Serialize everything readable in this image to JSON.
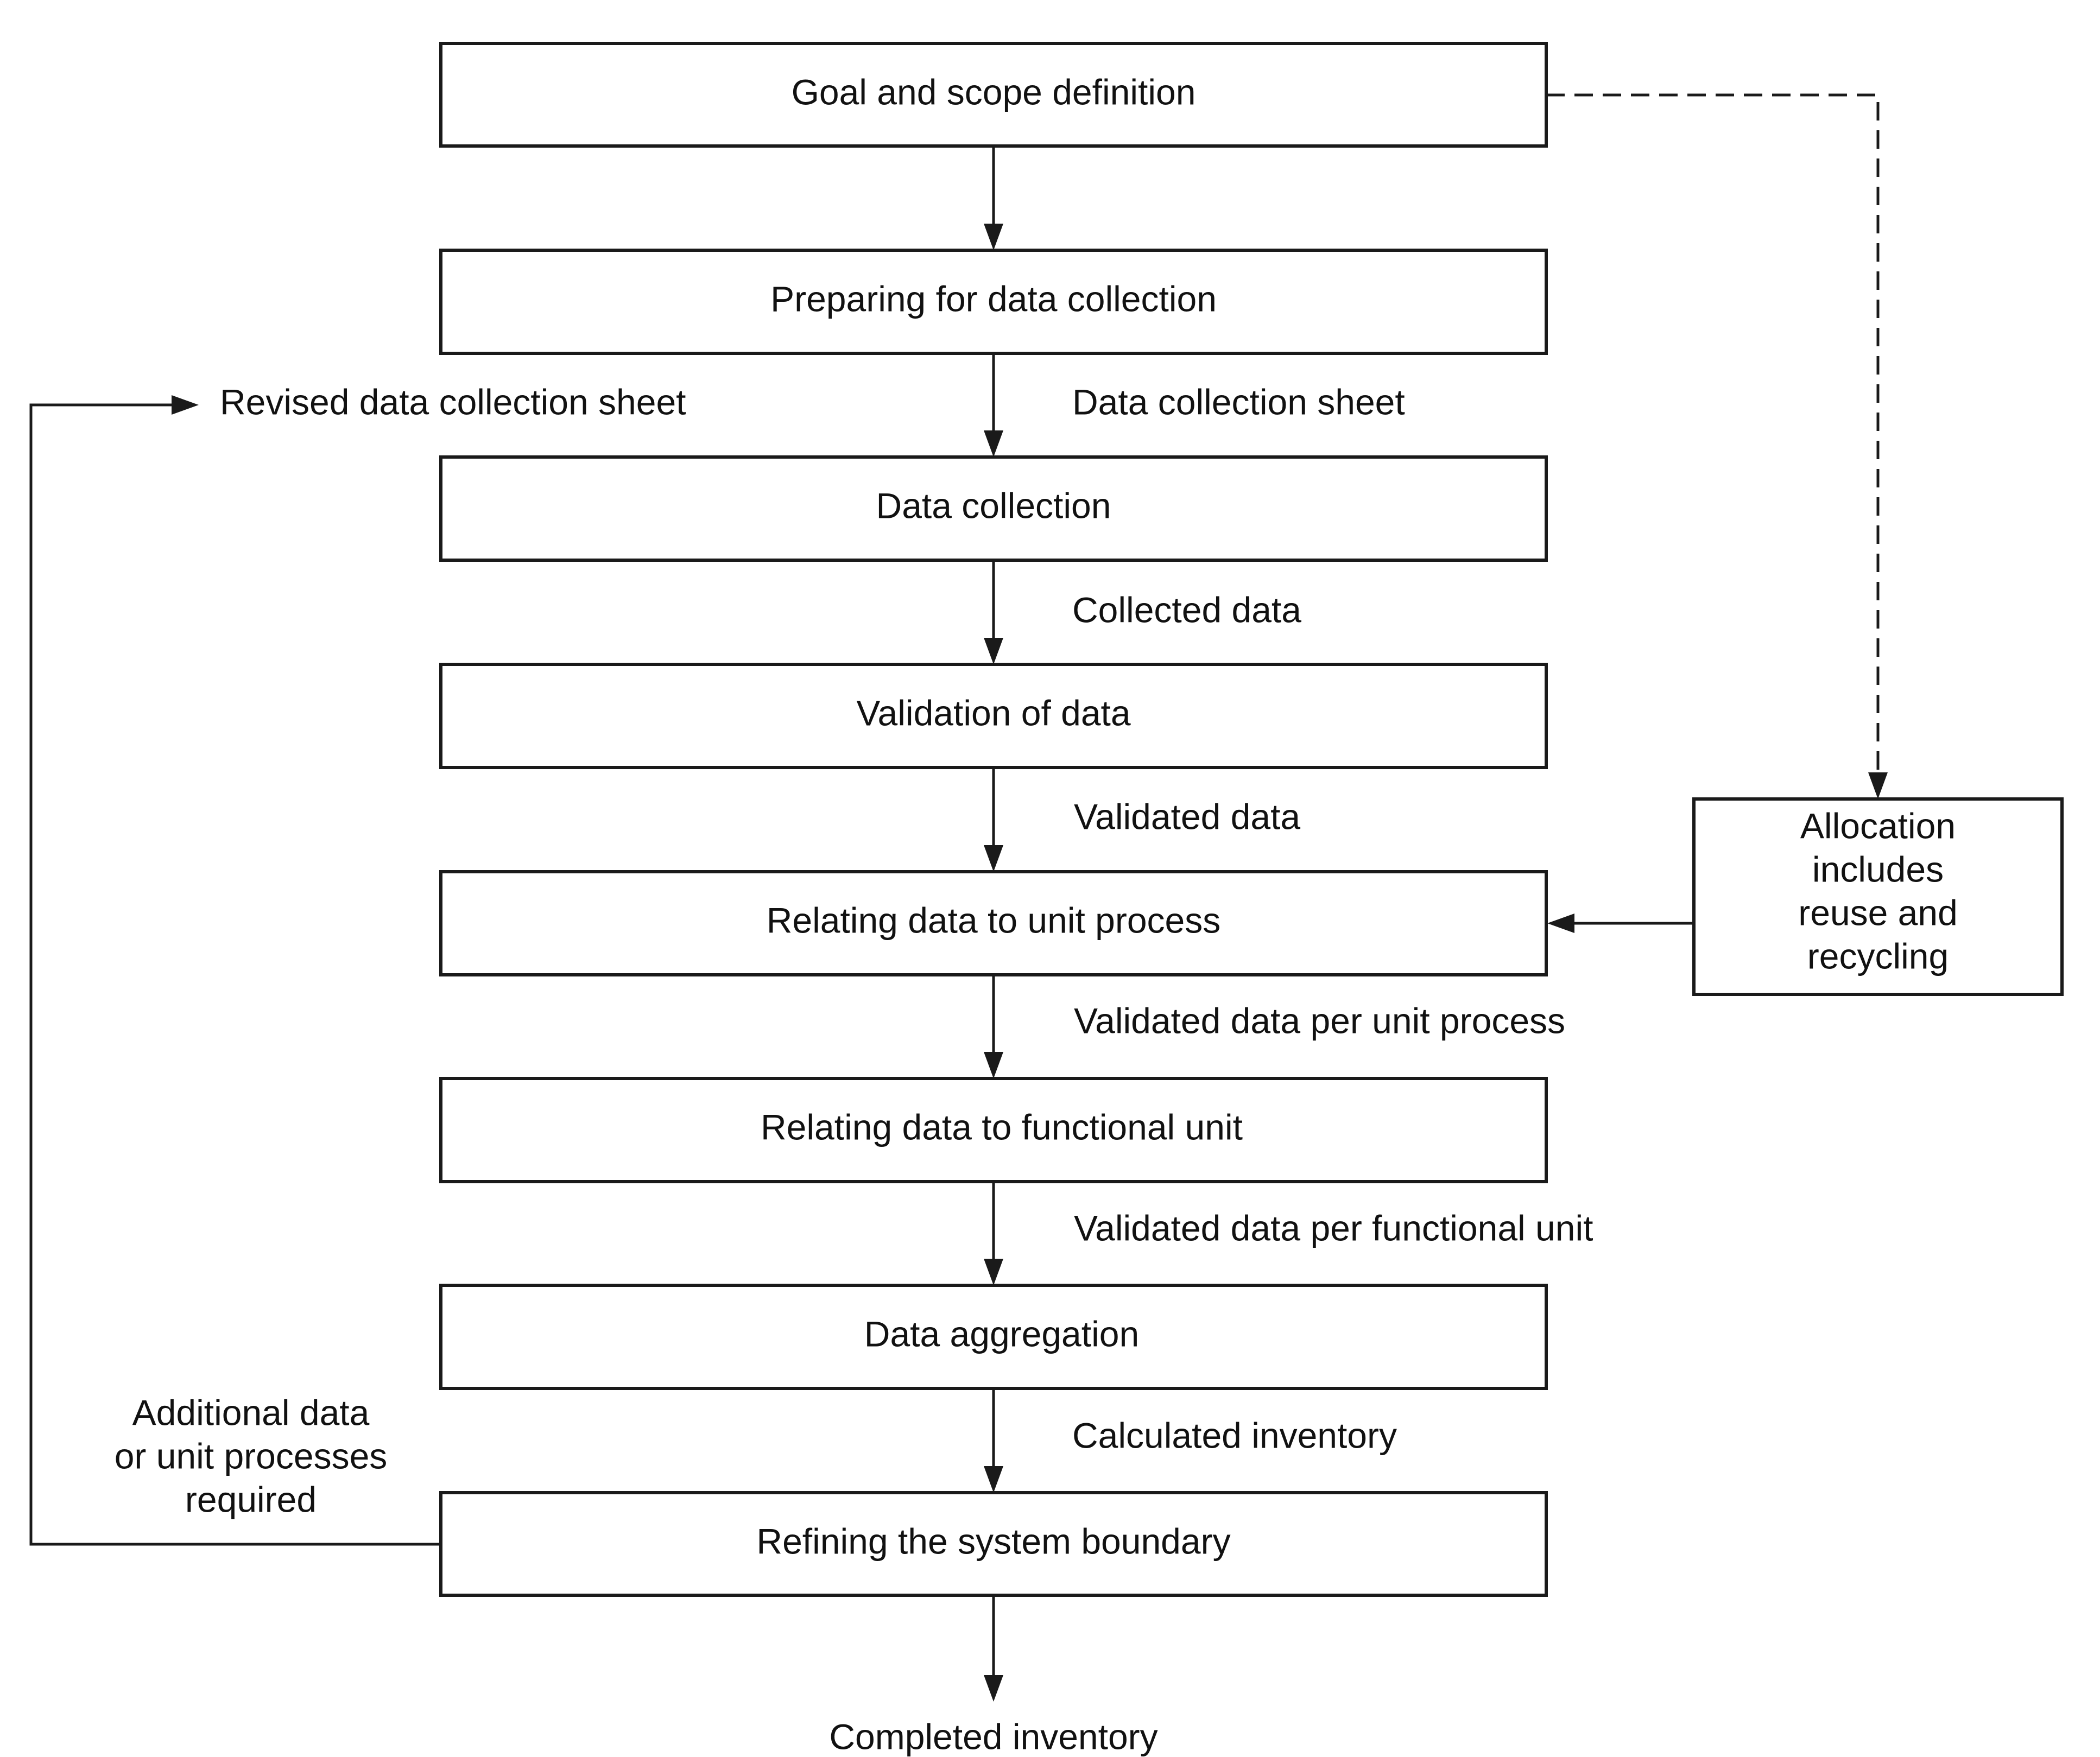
{
  "nodes": {
    "goal": "Goal and scope definition",
    "prepare": "Preparing for data collection",
    "collect": "Data collection",
    "validate": "Validation of data",
    "unit_process": "Relating data to unit process",
    "functional_unit": "Relating data to functional unit",
    "aggregate": "Data aggregation",
    "refine": "Refining the system boundary",
    "allocation": [
      "Allocation",
      "includes",
      "reuse and",
      "recycling"
    ]
  },
  "edges": {
    "sheet": "Data collection sheet",
    "revised_sheet": "Revised data collection sheet",
    "collected": "Collected data",
    "validated": "Validated data",
    "per_unit_process": "Validated data per unit process",
    "per_functional_unit": "Validated data per functional unit",
    "calculated": "Calculated inventory",
    "additional": [
      "Additional data",
      "or unit processes",
      "required"
    ],
    "completed": "Completed inventory"
  }
}
